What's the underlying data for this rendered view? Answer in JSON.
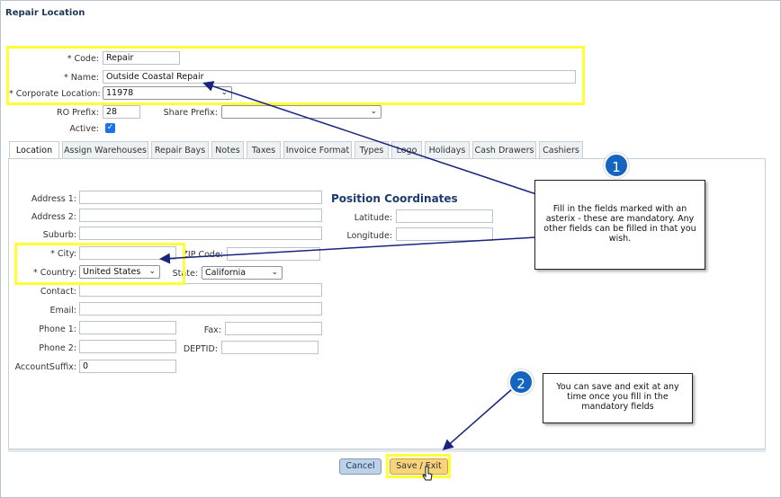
{
  "window": {
    "title": "Repair Location"
  },
  "header_form": {
    "code": {
      "label": "Code:",
      "value": "Repair"
    },
    "name": {
      "label": "Name:",
      "value": "Outside Coastal Repair"
    },
    "corporate_location": {
      "label": "Corporate Location:",
      "value": "11978"
    },
    "ro_prefix": {
      "label": "RO Prefix:",
      "value": "28"
    },
    "share_prefix": {
      "label": "Share Prefix:",
      "value": ""
    },
    "active": {
      "label": "Active:",
      "checked": true
    },
    "required_mark": "*"
  },
  "tabs": [
    {
      "label": "Location",
      "active": true
    },
    {
      "label": "Assign Warehouses"
    },
    {
      "label": "Repair Bays"
    },
    {
      "label": "Notes"
    },
    {
      "label": "Taxes"
    },
    {
      "label": "Invoice Format"
    },
    {
      "label": "Types"
    },
    {
      "label": "Logo"
    },
    {
      "label": "Holidays"
    },
    {
      "label": "Cash Drawers"
    },
    {
      "label": "Cashiers"
    }
  ],
  "location_form": {
    "address1": {
      "label": "Address 1:",
      "value": ""
    },
    "address2": {
      "label": "Address 2:",
      "value": ""
    },
    "suburb": {
      "label": "Suburb:",
      "value": ""
    },
    "city": {
      "label": "City:",
      "value": ""
    },
    "zip": {
      "label": "ZIP Code:",
      "value": ""
    },
    "country": {
      "label": "Country:",
      "value": "United States"
    },
    "state": {
      "label": "State:",
      "value": "California"
    },
    "contact": {
      "label": "Contact:",
      "value": ""
    },
    "email": {
      "label": "Email:",
      "value": ""
    },
    "phone1": {
      "label": "Phone 1:",
      "value": ""
    },
    "fax": {
      "label": "Fax:",
      "value": ""
    },
    "phone2": {
      "label": "Phone 2:",
      "value": ""
    },
    "deptid": {
      "label": "DEPTID:",
      "value": ""
    },
    "account_suffix": {
      "label": "AccountSuffix:",
      "value": "0"
    }
  },
  "position": {
    "title": "Position Coordinates",
    "latitude": {
      "label": "Latitude:",
      "value": ""
    },
    "longitude": {
      "label": "Longitude:",
      "value": ""
    }
  },
  "buttons": {
    "cancel": "Cancel",
    "save_exit": "Save / Exit"
  },
  "callouts": [
    {
      "number": "1",
      "text": "Fill in the fields marked with an asterix - these are mandatory. Any other fields can be filled in that you wish."
    },
    {
      "number": "2",
      "text": "You can save and exit at any time once you fill in the mandatory fields"
    }
  ],
  "colors": {
    "highlight": "#ffff33",
    "badge": "#1565c0",
    "arrow": "#1a237e",
    "save_button": "#f7d37a",
    "cancel_button": "#bcd2e8"
  }
}
